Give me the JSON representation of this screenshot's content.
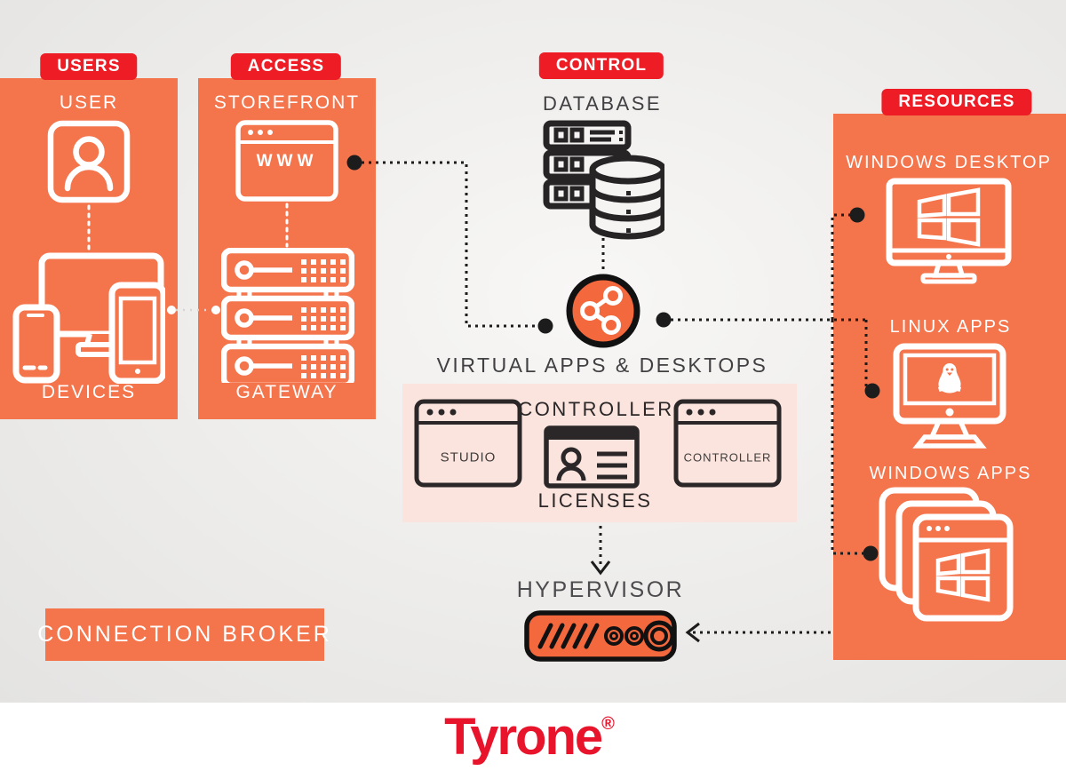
{
  "colors": {
    "panel_orange": "#f4744c",
    "label_red": "#ee1c25",
    "pink_box": "#fbe4dd",
    "line_dark": "#1c1c1c",
    "text_dark": "#414042",
    "brand_red": "#e8142b"
  },
  "groups": {
    "users": {
      "tag": "USERS",
      "user_label": "USER",
      "devices_label": "DEVICES"
    },
    "access": {
      "tag": "ACCESS",
      "storefront_label": "STOREFRONT",
      "www_label": "WWW",
      "gateway_label": "GATEWAY"
    },
    "control": {
      "tag": "CONTROL",
      "database_label": "DATABASE",
      "hub_label": "VIRTUAL APPS & DESKTOPS",
      "controller_heading": "CONTROLLER",
      "studio_label": "STUDIO",
      "licenses_label": "LICENSES",
      "controller_window_label": "CONTROLLER",
      "hypervisor_label": "HYPERVISOR"
    },
    "resources": {
      "tag": "RESOURCES",
      "items": [
        {
          "label": "WINDOWS DESKTOP"
        },
        {
          "label": "LINUX APPS"
        },
        {
          "label": "WINDOWS APPS"
        }
      ]
    },
    "broker": {
      "label": "CONNECTION BROKER"
    },
    "brand": {
      "name": "Tyrone",
      "mark": "®"
    }
  }
}
